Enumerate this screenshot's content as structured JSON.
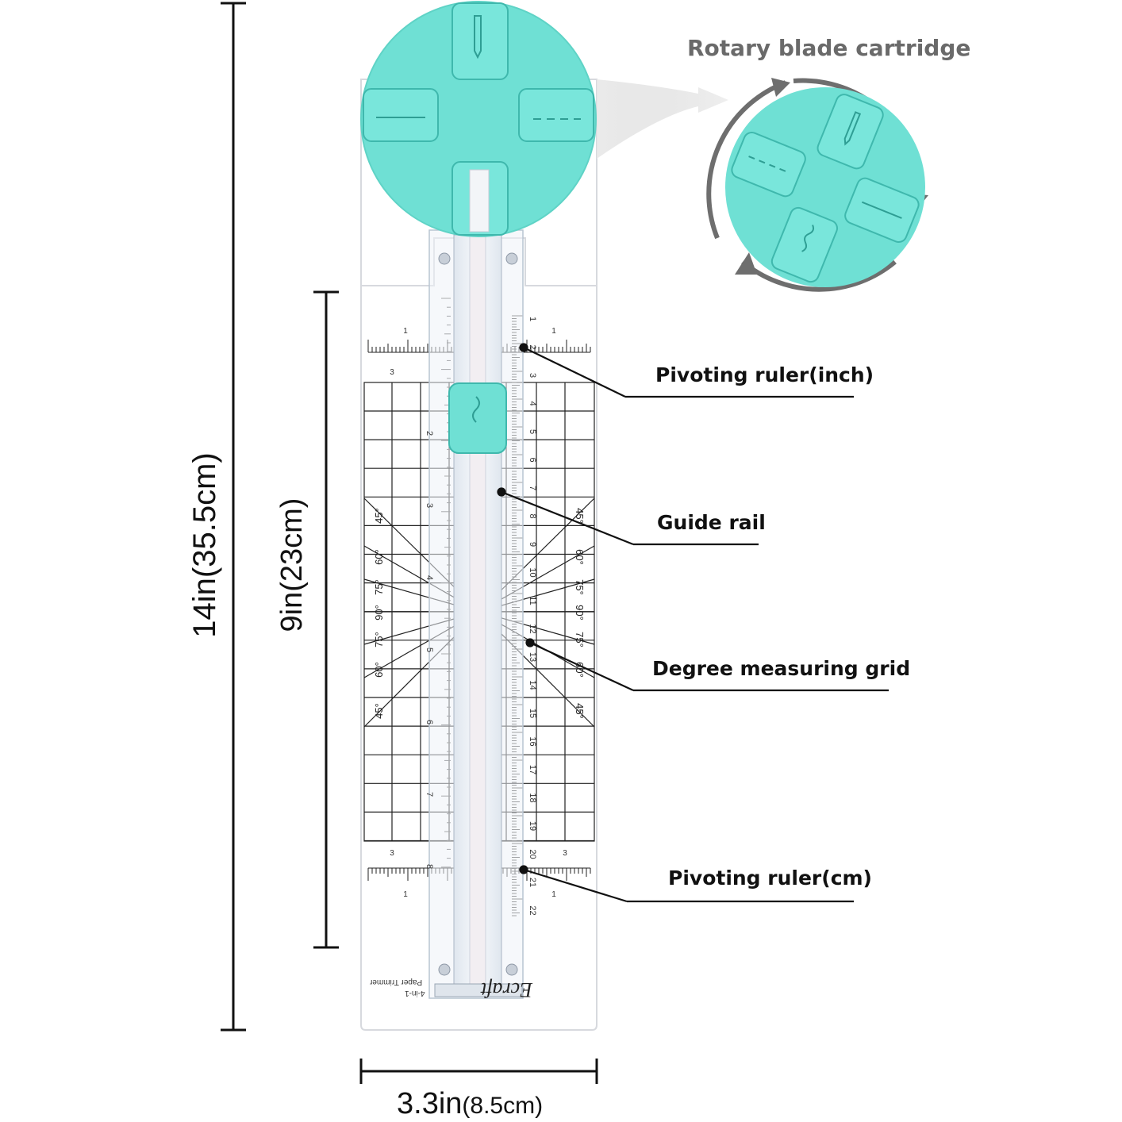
{
  "dimensions": {
    "overall_height": "14in(35.5cm)",
    "grid_height": "9in(23cm)",
    "width_main": "3.3in",
    "width_sub": "(8.5cm)"
  },
  "inset": {
    "title": "Rotary blade cartridge"
  },
  "callouts": {
    "pivoting_ruler_inch": "Pivoting ruler(inch)",
    "guide_rail": "Guide rail",
    "degree_grid": "Degree measuring grid",
    "pivoting_ruler_cm": "Pivoting ruler(cm)"
  },
  "product": {
    "brand": "Ecraft",
    "label_line1": "4-in-1",
    "label_line2": "Paper Trimmer",
    "angle_labels": [
      "45°",
      "60°",
      "75°",
      "90°",
      "75°",
      "60°",
      "45°"
    ],
    "cm_scale": [
      "1",
      "2",
      "3",
      "4",
      "5",
      "6",
      "7",
      "8",
      "9",
      "10",
      "11",
      "12",
      "13",
      "14",
      "15",
      "16",
      "17",
      "18",
      "19",
      "20",
      "21",
      "22"
    ],
    "inch_scale": [
      "2",
      "3",
      "4",
      "5",
      "6",
      "7",
      "8"
    ],
    "ruler_top_labels": [
      "1",
      "1",
      "3"
    ],
    "ruler_bottom_labels": [
      "3",
      "3",
      "1",
      "1"
    ]
  },
  "colors": {
    "accent": "#6fe0d4",
    "accent_dark": "#3fb8ad",
    "base": "#ffffff",
    "outline": "#d7d9de",
    "arrow": "#6e6e6e"
  }
}
